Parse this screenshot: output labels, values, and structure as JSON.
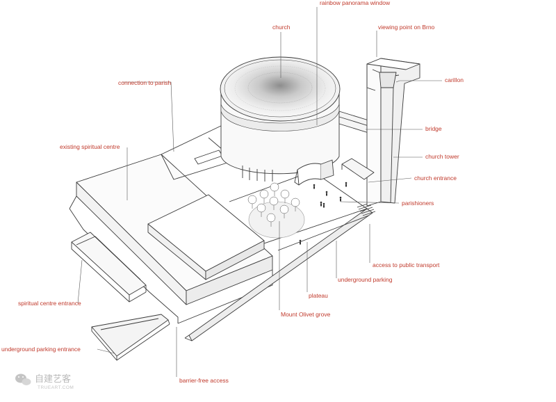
{
  "colors": {
    "label": "#c0392b",
    "line": "#3a3a3a",
    "leader": "#555555"
  },
  "labels": {
    "rainbow_window": "rainbow panorama window",
    "church": "church",
    "viewing_point": "viewing point on Brno",
    "connection_parish": "connection to parish",
    "carillon": "carillon",
    "bridge": "bridge",
    "existing_centre": "existing spiritual centre",
    "church_tower": "church tower",
    "church_entrance": "church entrance",
    "parishioners": "parishioners",
    "public_transport": "access to public transport",
    "underground_parking": "underground parking",
    "plateau": "plateau",
    "spiritual_entrance": "spiritual centre entrance",
    "mount_olivet": "Mount Olivet grove",
    "parking_entrance": "underground parking entrance",
    "barrier_free": "barrier-free access"
  },
  "watermark": {
    "cn": "自建艺客",
    "en": "TRUEART.COM",
    "icon": "wechat-icon"
  }
}
